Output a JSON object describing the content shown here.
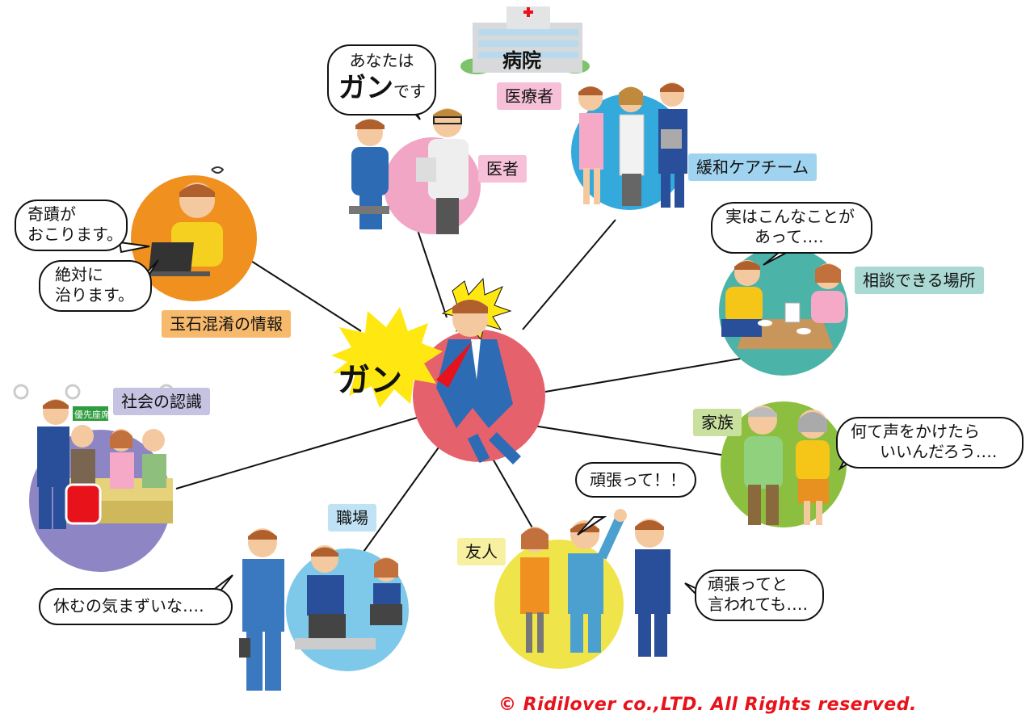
{
  "center": {
    "exclaim": "ガン",
    "color": "#e5616c"
  },
  "hospital": {
    "label": "病院"
  },
  "nodes": {
    "doctor": {
      "label": "医者",
      "bubble_line1": "あなたは",
      "bubble_big": "ガン",
      "bubble_tail": "です",
      "color": "#f2a6c5"
    },
    "medical": {
      "label": "医療者"
    },
    "palliative": {
      "label": "緩和ケアチーム",
      "color": "#34a9dc"
    },
    "consult": {
      "label": "相談できる場所",
      "bubble_line1": "実はこんなことが",
      "bubble_line2": "あって‥‥",
      "color": "#4bb3a8"
    },
    "family": {
      "label": "家族",
      "bubble_line1": "何て声をかけたら",
      "bubble_line2": "いいんだろう‥‥",
      "color": "#8cbf3f"
    },
    "friend": {
      "label": "友人",
      "bubble1": "頑張って！！",
      "bubble2_line1": "頑張ってと",
      "bubble2_line2": "言われても‥‥",
      "color": "#efe54a"
    },
    "work": {
      "label": "職場",
      "bubble": "休むの気まずいな‥‥",
      "color": "#7ec9ea"
    },
    "society": {
      "label": "社会の認識",
      "sign": "優先座席",
      "color": "#8e86c4"
    },
    "info": {
      "label": "玉石混淆の情報",
      "bubble1_line1": "奇蹟が",
      "bubble1_line2": "おこります。",
      "bubble2_line1": "絶対に",
      "bubble2_line2": "治ります。",
      "color": "#f0901e"
    }
  },
  "copyright": "© Ridilover co.,LTD. All Rights reserved."
}
